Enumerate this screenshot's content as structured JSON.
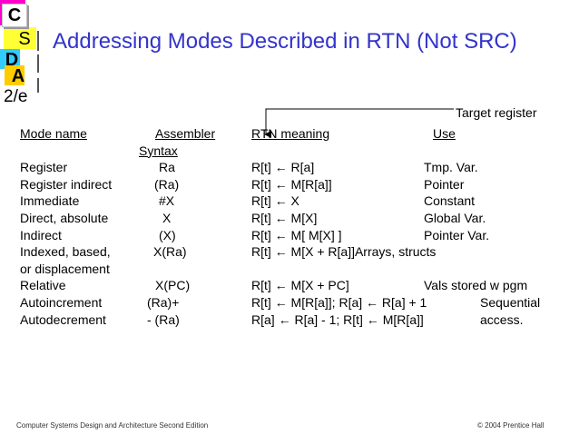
{
  "logo": {
    "letters": [
      "C",
      "S",
      "D",
      "A"
    ],
    "edition": "2/e",
    "colors": {
      "pink": "#ff00cc",
      "yellow": "#ffff33",
      "cyan": "#33ccff",
      "orange": "#ffcc00"
    }
  },
  "title": "Addressing Modes Described in RTN (Not SRC)",
  "title_color": "#3333cc",
  "target_label": "Target register",
  "headers": {
    "mode": "Mode name",
    "assembler_1": "Assembler",
    "assembler_2": "Syntax",
    "rtn": "RTN meaning",
    "use": "Use"
  },
  "rows": [
    {
      "mode": "Register",
      "asm": "Ra",
      "rtn": "R[t] ← R[a]",
      "use": "Tmp. Var."
    },
    {
      "mode": "Register indirect",
      "asm": "(Ra)",
      "rtn": "R[t] ← M[R[a]]",
      "use": "Pointer"
    },
    {
      "mode": "Immediate",
      "asm": "#X",
      "rtn": "R[t] ← X",
      "use": "Constant"
    },
    {
      "mode": "Direct, absolute",
      "asm": "X",
      "rtn": "R[t] ← M[X]",
      "use": "Global Var."
    },
    {
      "mode": "Indirect",
      "asm": "(X)",
      "rtn": "R[t] ← M[ M[X] ]",
      "use": "Pointer Var."
    },
    {
      "mode": "Indexed, based,",
      "asm": "X(Ra)",
      "rtn": "R[t] ← M[X + R[a]]Arrays, structs",
      "use": ""
    },
    {
      "mode": "or displacement",
      "asm": "",
      "rtn": "",
      "use": ""
    },
    {
      "mode": "Relative",
      "asm": "X(PC)",
      "rtn": "R[t] ← M[X + PC]",
      "use": "Vals stored w pgm"
    },
    {
      "mode": "Autoincrement",
      "asm": "(Ra)+",
      "rtn": "R[t] ← M[R[a]]; R[a] ← R[a] + 1",
      "use": "Sequential"
    },
    {
      "mode": "Autodecrement",
      "asm": "- (Ra)",
      "rtn": "R[a] ← R[a] - 1; R[t] ← M[R[a]]",
      "use": "access."
    }
  ],
  "footer": {
    "left": "Computer Systems Design and Architecture Second Edition",
    "right": "© 2004 Prentice Hall"
  }
}
